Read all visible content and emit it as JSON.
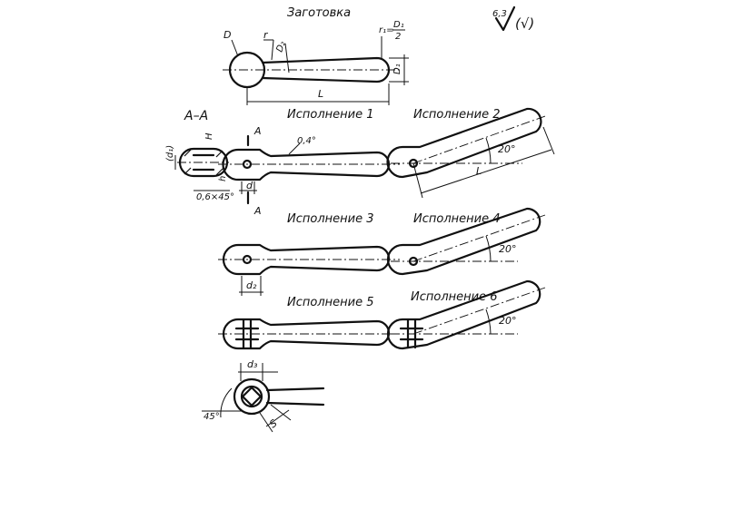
{
  "labels": {
    "blank_title": "Заготовка",
    "roughness_value": "6,3",
    "roughness_symbol": "√",
    "roughness_paren": "(√)",
    "section_aa": "А–А",
    "cut_a": "А",
    "variant_1": "Исполнение  1",
    "variant_2": "Исполнение  2",
    "variant_3": "Исполнение  3",
    "variant_4": "Исполнение  4",
    "variant_5": "Исполнение  5",
    "variant_6": "Исполнение  6"
  },
  "dimensions": {
    "D": "D",
    "r": "r",
    "D2": "D₂",
    "r1_formula_left": "r₁=",
    "r1_formula_num": "D₁",
    "r1_formula_den": "2",
    "D1": "D₁",
    "L": "L",
    "H": "H",
    "d1": "(d₁)",
    "h": "h",
    "chamfer": "0,6×45°",
    "d": "d",
    "taper": "0,4°",
    "angle_20": "20°",
    "d2": "d₂",
    "d3": "d₃",
    "angle_45": "45°",
    "S": "S"
  }
}
